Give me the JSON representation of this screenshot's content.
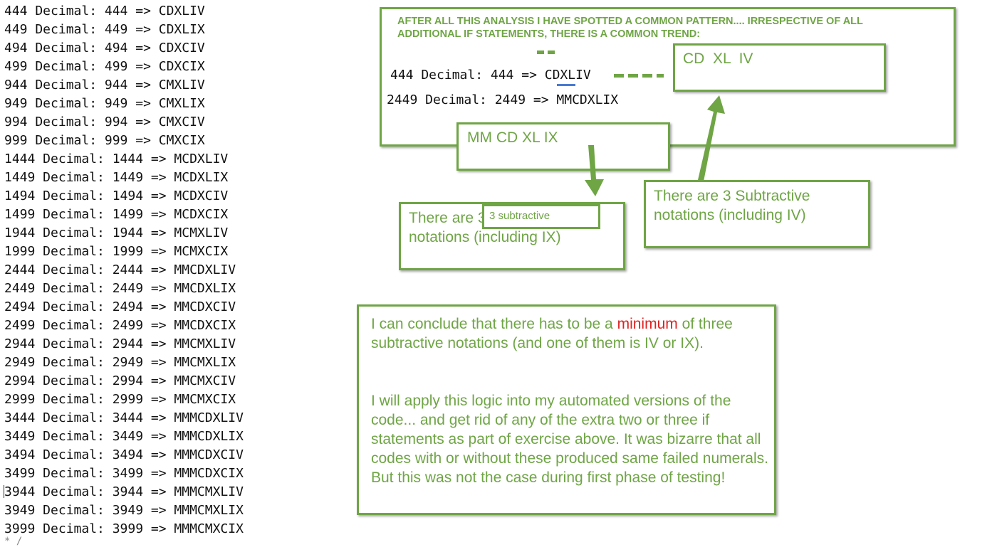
{
  "console": {
    "lines": [
      "444 Decimal: 444 => CDXLIV",
      "449 Decimal: 449 => CDXLIX",
      "494 Decimal: 494 => CDXCIV",
      "499 Decimal: 499 => CDXCIX",
      "944 Decimal: 944 => CMXLIV",
      "949 Decimal: 949 => CMXLIX",
      "994 Decimal: 994 => CMXCIV",
      "999 Decimal: 999 => CMXCIX",
      "1444 Decimal: 1444 => MCDXLIV",
      "1449 Decimal: 1449 => MCDXLIX",
      "1494 Decimal: 1494 => MCDXCIV",
      "1499 Decimal: 1499 => MCDXCIX",
      "1944 Decimal: 1944 => MCMXLIV",
      "1999 Decimal: 1999 => MCMXCIX",
      "2444 Decimal: 2444 => MMCDXLIV",
      "2449 Decimal: 2449 => MMCDXLIX",
      "2494 Decimal: 2494 => MMCDXCIV",
      "2499 Decimal: 2499 => MMCDXCIX",
      "2944 Decimal: 2944 => MMCMXLIV",
      "2949 Decimal: 2949 => MMCMXLIX",
      "2994 Decimal: 2994 => MMCMXCIV",
      "2999 Decimal: 2999 => MMCMXCIX",
      "3444 Decimal: 3444 => MMMCDXLIV",
      "3449 Decimal: 3449 => MMMCDXLIX",
      "3494 Decimal: 3494 => MMMCDXCIV",
      "3499 Decimal: 3499 => MMMCDXCIX",
      "3944 Decimal: 3944 => MMMCMXLIV",
      "3949 Decimal: 3949 => MMMCMXLIX",
      "3999 Decimal: 3999 => MMMCMXCIX"
    ],
    "tail": "* /"
  },
  "annotations": {
    "heading_line1": "AFTER ALL THIS ANALYSIS I HAVE SPOTTED A COMMON PATTERN.... IRRESPECTIVE OF ALL",
    "heading_line2": "ADDITIONAL IF STATEMENTS, THERE IS A COMMON TREND:",
    "example_1": "444 Decimal: 444 => CDXLIV",
    "example_2": "2449 Decimal: 2449 => MMCDXLIX",
    "cd_box": "CD  XL  IV",
    "mm_box": "MM CD XL IX",
    "ix_box": "There are 3 subtractive notations (including IX)",
    "small_label": "3 subtractive",
    "iv_box": "There are 3 Subtractive notations (including IV)",
    "conclusion_p1_before": "I can conclude that there has to be a ",
    "conclusion_p1_highlight": "minimum",
    "conclusion_p1_after": " of three subtractive notations (and one of them is IV or IX).",
    "conclusion_p2": "I will apply this logic into my automated versions of the code... and get rid of any of the extra two or three if statements as part of exercise above. It was bizarre that all codes with or without these produced same failed numerals. But this was not the case during first phase of testing!"
  },
  "colors": {
    "accent_green": "#6fa545",
    "highlight_red": "#e02020",
    "underline_blue": "#4a7bd0"
  }
}
